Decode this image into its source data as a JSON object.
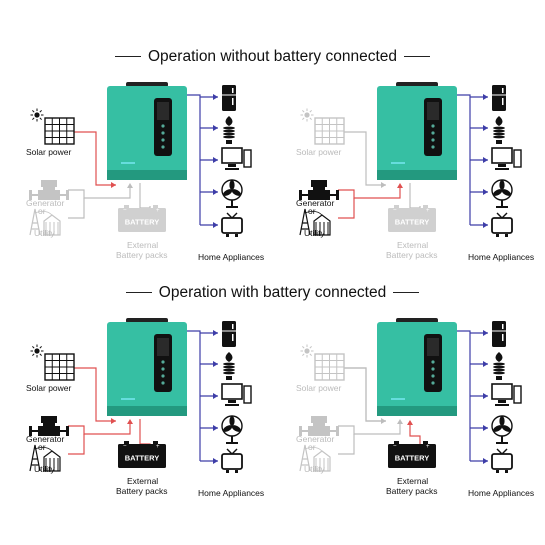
{
  "sections": [
    {
      "title": "Operation without battery connected"
    },
    {
      "title": "Operation with battery connected"
    }
  ],
  "labels": {
    "solar": "Solar power",
    "generator": "Generator",
    "or": "or",
    "utility": "Utility",
    "battery_text": "BATTERY",
    "external": "External",
    "battery_packs": "Battery packs",
    "home": "Home Appliances"
  },
  "colors": {
    "inverter": "#36bfa3",
    "inverter_dark": "#23997f",
    "active_line": "#e05050",
    "output_line": "#3d3da8",
    "inactive_line": "#bdbdbd",
    "dim_text": "#bbbbbb"
  },
  "panels": [
    {
      "id": "solar-only",
      "solar": true,
      "grid": false,
      "battery": false
    },
    {
      "id": "grid-only",
      "solar": false,
      "grid": true,
      "battery": false
    },
    {
      "id": "solar-grid-charging",
      "solar": true,
      "grid": true,
      "battery": true,
      "battery_charging": true
    },
    {
      "id": "battery-discharging",
      "solar": false,
      "grid": false,
      "battery": true,
      "battery_charging": false
    }
  ],
  "appliances": [
    {
      "icon": "fridge-icon"
    },
    {
      "icon": "light-bulb-icon"
    },
    {
      "icon": "computer-icon"
    },
    {
      "icon": "fan-icon"
    },
    {
      "icon": "tv-icon"
    }
  ]
}
